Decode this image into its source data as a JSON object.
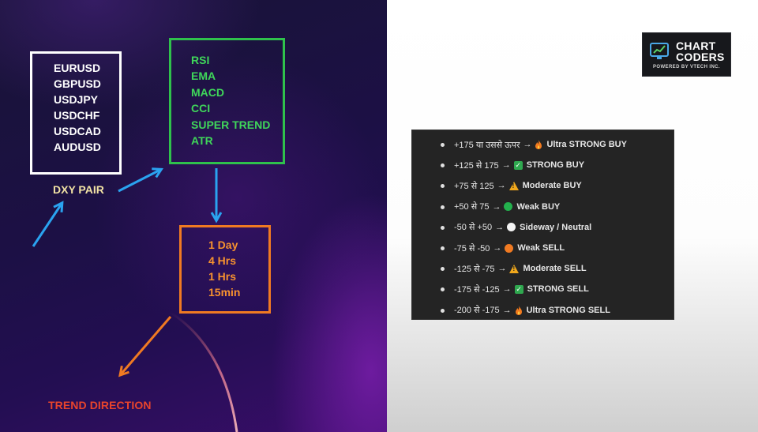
{
  "diagram": {
    "pairs": [
      "EURUSD",
      "GBPUSD",
      "USDJPY",
      "USDCHF",
      "USDCAD",
      "AUDUSD"
    ],
    "pair_label": "DXY PAIR",
    "indicators": [
      "RSI",
      "EMA",
      "MACD",
      "CCI",
      "SUPER TREND",
      "ATR"
    ],
    "timeframes": [
      "1 Day",
      "4 Hrs",
      "1 Hrs",
      "15min"
    ],
    "result_label": "TREND DIRECTION"
  },
  "logo": {
    "title_line1": "CHART",
    "title_line2": "CODERS",
    "subtitle": "POWERED BY VTECH INC."
  },
  "legend": {
    "arrow": "→",
    "rows": [
      {
        "range": "+175 या उससे ऊपर",
        "icon": "fire-icon",
        "signal": "Ultra STRONG BUY"
      },
      {
        "range": "+125 से 175",
        "icon": "check-icon",
        "signal": "STRONG BUY"
      },
      {
        "range": "+75 से 125",
        "icon": "warning-icon",
        "signal": "Moderate BUY"
      },
      {
        "range": "+50 से 75",
        "icon": "green-dot-icon",
        "signal": "Weak BUY"
      },
      {
        "range": "-50 से +50",
        "icon": "white-dot-icon",
        "signal": "Sideway / Neutral"
      },
      {
        "range": "-75 से -50",
        "icon": "orange-dot-icon",
        "signal": "Weak SELL"
      },
      {
        "range": "-125 से -75",
        "icon": "warning-icon",
        "signal": "Moderate SELL"
      },
      {
        "range": "-175 से -125",
        "icon": "check-icon",
        "signal": "STRONG SELL"
      },
      {
        "range": "-200 से -175",
        "icon": "fire-icon",
        "signal": "Ultra STRONG SELL"
      }
    ]
  },
  "colors": {
    "pairs_border": "#ffffff",
    "indicators": "#3fd65a",
    "timeframes": "#f7922f",
    "trend": "#e8442c",
    "arrows_blue": "#2aa3f0",
    "arrow_orange": "#f07a22"
  }
}
